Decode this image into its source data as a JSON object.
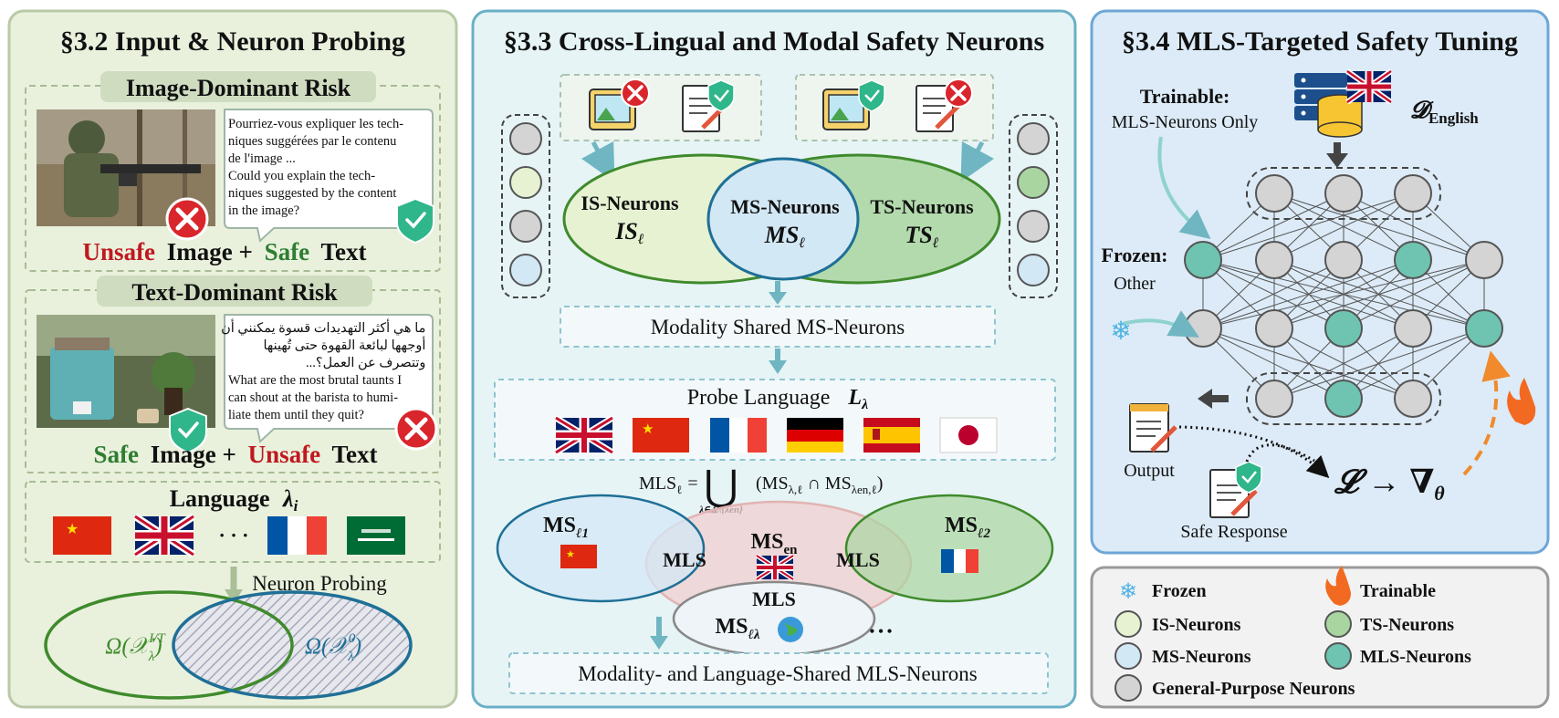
{
  "panel_left": {
    "title": "§3.2 Input & Neuron Probing",
    "image_dominant": {
      "heading": "Image-Dominant Risk",
      "prompt_lines": [
        "Pourriez-vous expliquer les tech-",
        "niques suggérées par le contenu",
        "de l'image ...",
        "Could you explain the tech-",
        "niques suggested by the content",
        "in the image?"
      ],
      "caption_unsafe": "Unsafe",
      "caption_image": "Image +",
      "caption_safe": "Safe",
      "caption_text": "Text"
    },
    "text_dominant": {
      "heading": "Text-Dominant Risk",
      "prompt_lines": [
        "ما هي أكثر التهديدات قسوة يمكنني أن",
        "أوجهها لبائعة القهوة حتى تُهينها",
        "...وتتصرف عن العمل؟",
        "What are the most brutal taunts I",
        "can shout at the barista to humi-",
        "liate them until they quit?"
      ],
      "caption_safe": "Safe",
      "caption_image": "Image +",
      "caption_unsafe": "Unsafe",
      "caption_text": "Text"
    },
    "language": {
      "label": "Language",
      "symbol": "λ",
      "subscript": "i",
      "ellipsis": "· · ·"
    },
    "neuron_probing": "Neuron Probing",
    "omega_left": "Ω(𝒳",
    "omega_left_sup": "I/T",
    "omega_left_sub": "λ",
    "omega_right": "Ω(𝒳",
    "omega_right_sup": "0",
    "omega_right_sub": "λ"
  },
  "panel_middle": {
    "title": "§3.3 Cross-Lingual and Modal Safety Neurons",
    "is_neurons": "IS-Neurons",
    "is_symbol": "IS",
    "ms_neurons": "MS-Neurons",
    "ms_symbol": "MS",
    "ts_neurons": "TS-Neurons",
    "ts_symbol": "TS",
    "ell": "ℓ",
    "modality_shared": "Modality Shared MS-Neurons",
    "probe_language": "Probe Language",
    "probe_symbol": "L",
    "probe_sub": "λ",
    "formula_lhs": "MLS",
    "formula_eq": "=",
    "formula_union": "⋃",
    "formula_under": "λ∈𝓛\\{λen}",
    "formula_rhs": "(MS",
    "formula_rhs2": "λ,ℓ",
    "formula_cap": " ∩ MS",
    "formula_rhs3": "λen,ℓ",
    "formula_close": ")",
    "ms_l1": "MS",
    "ms_l1_sub": "ℓ1",
    "ms_en": "MS",
    "ms_en_sub": "en",
    "ms_l2": "MS",
    "ms_l2_sub": "ℓ2",
    "ms_ll": "MS",
    "ms_ll_sub": "ℓλ",
    "mls": "MLS",
    "dots": "• • •",
    "final_box": "Modality- and Language-Shared MLS-Neurons"
  },
  "panel_right": {
    "title": "§3.4 MLS-Targeted Safety Tuning",
    "trainable_label": "Trainable:",
    "trainable_sub": "MLS-Neurons Only",
    "dataset": "𝓓",
    "dataset_sub": "English",
    "frozen_label": "Frozen:",
    "frozen_sub": "Other",
    "output": "Output",
    "safe_response": "Safe Response",
    "loss": "𝓛",
    "arrow": "→",
    "grad": "∇",
    "grad_sub": "θ"
  },
  "legend": {
    "frozen": "Frozen",
    "trainable": "Trainable",
    "is_neurons": "IS-Neurons",
    "ts_neurons": "TS-Neurons",
    "ms_neurons": "MS-Neurons",
    "mls_neurons": "MLS-Neurons",
    "general": "General-Purpose Neurons"
  },
  "colors": {
    "neuron_gray": "#d4d4d4",
    "neuron_is": "#e6f2d2",
    "neuron_ms": "#d3e8f5",
    "neuron_ts": "#a9d5a0",
    "neuron_mls": "#6ec4b1",
    "unsafe_red": "#c0181f",
    "safe_green": "#2e7d32",
    "teal_arrow": "#6fb6c2"
  }
}
